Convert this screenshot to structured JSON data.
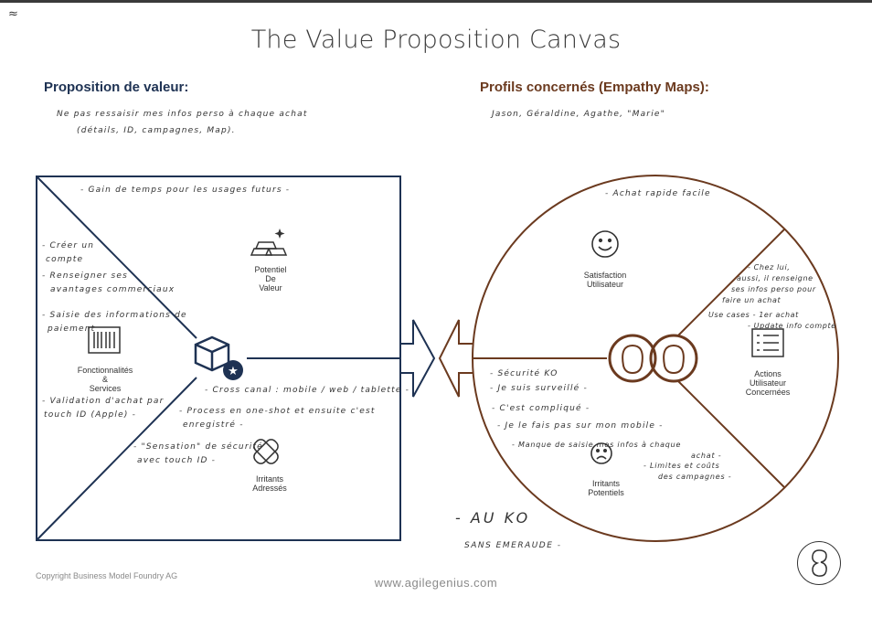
{
  "title": "The Value Proposition Canvas",
  "headings": {
    "left": "Proposition de valeur:",
    "right": "Profils concernés (Empathy Maps):"
  },
  "notes": {
    "value_prop_line1": "Ne pas ressaisir mes infos perso à chaque achat",
    "value_prop_line2": "(détails, ID, campagnes, Map).",
    "profiles": "Jason, Géraldine, Agathe, \"Marie\"",
    "gain_top": "- Gain de temps pour les usages futurs -",
    "func_1a": "- Créer un",
    "func_1b": "compte",
    "func_2a": "- Renseigner ses",
    "func_2b": "avantages commerciaux",
    "func_3a": "- Saisie des informations de",
    "func_3b": "paiement",
    "func_4a": "- Validation d'achat par",
    "func_4b": "touch ID (Apple) -",
    "pain_1": "- Cross canal : mobile / web / tablette -",
    "pain_2a": "- Process en one-shot et ensuite c'est",
    "pain_2b": "enregistré -",
    "pain_3a": "- \"Sensation\" de sécurité",
    "pain_3b": "avec touch ID -",
    "gain_right": "- Achat rapide facile",
    "job_1a": "- Chez lui,",
    "job_1b": "aussi, il renseigne",
    "job_1c": "ses infos perso pour",
    "job_1d": "faire un achat",
    "job_2a": "Use cases - 1er achat",
    "job_2b": "- Update info compte",
    "painr_1": "- Sécurité KO",
    "painr_2": "- Je suis surveillé -",
    "painr_3": "- C'est compliqué -",
    "painr_4": "- Je le fais pas sur mon mobile -",
    "painr_5a": "- Manque de saisie mes infos à chaque",
    "painr_5b": "achat -",
    "painr_6a": "- Limites et coûts",
    "painr_6b": "des campagnes -",
    "bottom_1": "- AU KO",
    "bottom_2": "SANS EMERAUDE -"
  },
  "labels": {
    "gain_creators": [
      "Potentiel",
      "De",
      "Valeur"
    ],
    "products": [
      "Fonctionnalités",
      "&",
      "Services"
    ],
    "pain_relievers": [
      "Irritants",
      "Adressés"
    ],
    "gains": [
      "Satisfaction",
      "Utilisateur"
    ],
    "jobs": [
      "Actions",
      "Utilisateur",
      "Concernées"
    ],
    "pains": [
      "Irritants",
      "Potentiels"
    ]
  },
  "footer": {
    "copyright": "Copyright Business Model Foundry AG",
    "website": "www.agilegenius.com"
  },
  "icons": {
    "corner": "≈"
  },
  "colors": {
    "square": "#1e3253",
    "circle": "#6b3a1f",
    "text": "#333333"
  }
}
